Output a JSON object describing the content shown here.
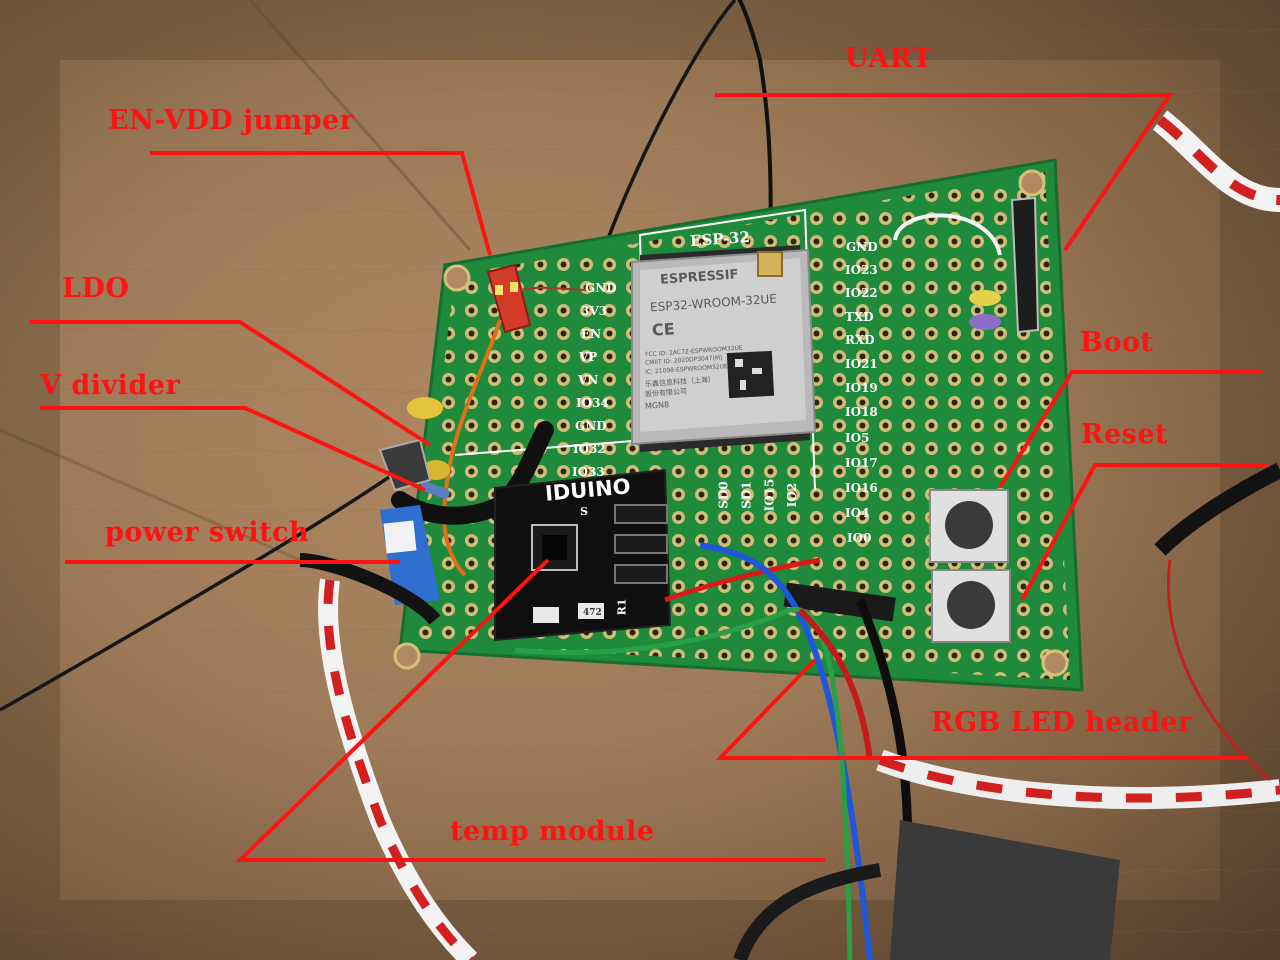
{
  "annotations": {
    "uart": "UART",
    "en_vdd_jumper": "EN-VDD jumper",
    "ldo": "LDO",
    "v_divider": "V divider",
    "power_switch": "power switch",
    "boot": "Boot",
    "reset": "Reset",
    "rgb_led_header": "RGB LED header",
    "temp_module": "temp module"
  },
  "board": {
    "module_label": "ESP-32",
    "left_pins": [
      "GND",
      "3V3",
      "EN",
      "VP",
      "VN",
      "IO34",
      "GND",
      "IO32",
      "IO33"
    ],
    "right_pins": [
      "GND",
      "IO23",
      "IO22",
      "TXD",
      "RXD",
      "IO21",
      "IO19",
      "IO18",
      "IO5",
      "IO17",
      "IO16",
      "IO4",
      "IO0"
    ],
    "bottom_pins": [
      "SD0",
      "SD1",
      "IO15",
      "IO2"
    ],
    "temp_module_brand": "IDUINO",
    "temp_module_pin": "S",
    "resistor_label": "R1",
    "resistor_value": "472"
  },
  "chip": {
    "brand": "ESPRESSIF",
    "model": "ESP32-WROOM-32UE",
    "fcc_line": "FCC ID: 2AC7Z-ESPWROOM32UE",
    "cmiit_line": "CMIIT ID: 2020DP3047(M)",
    "ic_line": "IC: 21098-ESPWROOM32UE",
    "maker_line1": "乐鑫信息科技（上海）",
    "maker_line2": "股份有限公司",
    "batch": "MGN8"
  },
  "colors": {
    "annotation": "#ff1212",
    "pcb": "#1f8a3c",
    "background": "#a27f5c"
  }
}
